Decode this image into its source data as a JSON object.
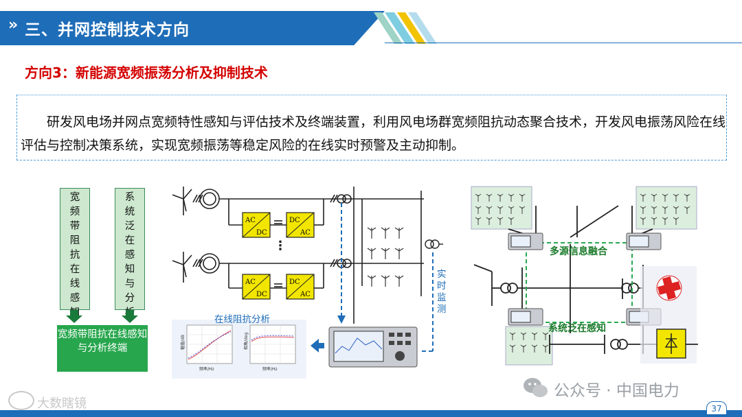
{
  "header": {
    "chevron": "»",
    "title": "三、并网控制技术方向"
  },
  "heading": "方向3：新能源宽频振荡分析及抑制技术",
  "paragraph": "研发风电场并网点宽频特性感知与评估技术及终端装置，利用风电场群宽频阻抗动态聚合技术，开发风电振荡风险在线评估与控制决策系统，实现宽频振荡等稳定风险的在线实时预警及主动抑制。",
  "left_diagram": {
    "box1": "宽频带阻抗在线感知",
    "box2": "系统泛在感知与分析",
    "result_box": "宽频带阻抗在线感知与分析终端"
  },
  "middle_diagram": {
    "converter_ac": "AC",
    "converter_dc": "DC",
    "ellipsis": "⋮",
    "monitor_label": "实时监测",
    "analysis_title": "在线阻抗分析",
    "plot1_xlabel": "频率/Hz",
    "plot2_xlabel": "频率/Hz",
    "plot1_ylabel": "幅值/dB",
    "plot2_ylabel": "相角/deg"
  },
  "right_diagram": {
    "fusion_label": "多源信息融合",
    "sense_label": "系统泛在感知",
    "rectifier_symbol": "本"
  },
  "watermarks": {
    "wechat": "公众号 · 中国电力",
    "brand": "大数瞎镜"
  },
  "page_number": "37",
  "colors": {
    "brand_blue": "#1e6db8",
    "heading_red": "#d40000",
    "box_green": "#27a64d",
    "box_light_green": "#cde8cf",
    "converter_yellow": "#f2e600",
    "label_green": "#1a7a2a"
  }
}
